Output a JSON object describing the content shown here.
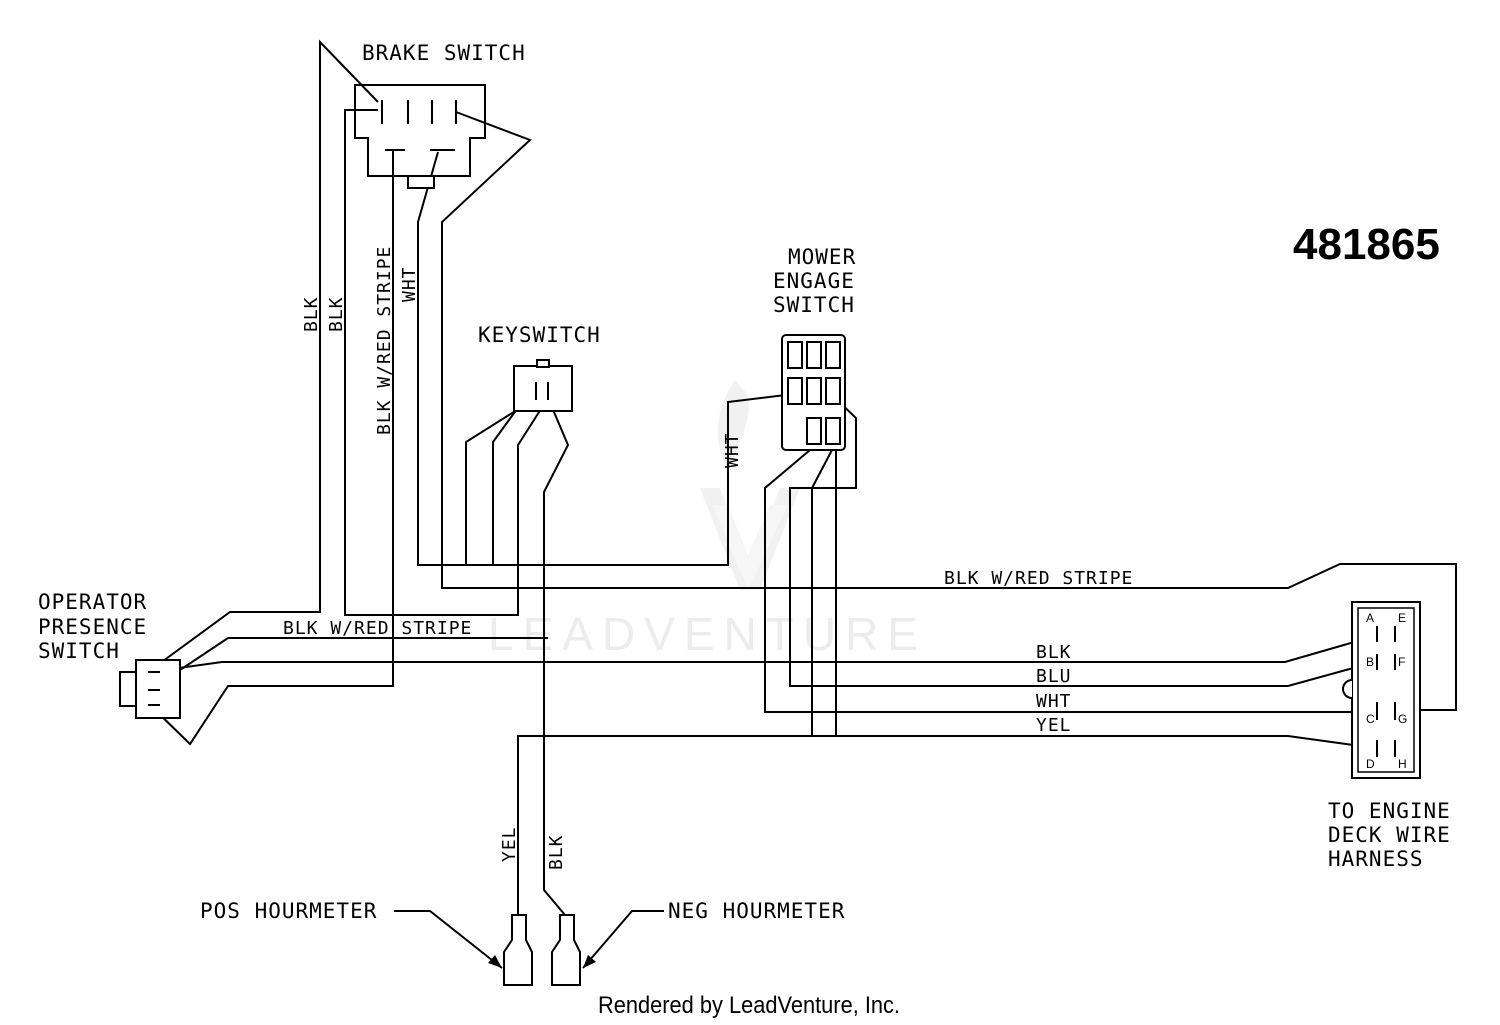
{
  "part_number": "481865",
  "components": {
    "brake_switch": "BRAKE SWITCH",
    "keyswitch": "KEYSWITCH",
    "mower_engage_switch": [
      "MOWER",
      "ENGAGE",
      "SWITCH"
    ],
    "operator_presence_switch": [
      "OPERATOR",
      "PRESENCE",
      "SWITCH"
    ],
    "engine_deck_harness": [
      "TO ENGINE",
      "DECK WIRE",
      "HARNESS"
    ],
    "pos_hourmeter": "POS HOURMETER",
    "neg_hourmeter": "NEG HOURMETER"
  },
  "wire_labels": {
    "blk_1": "BLK",
    "blk_2": "BLK",
    "blk_w_red_vertical": "BLK W/RED STRIPE",
    "wht_vertical": "WHT",
    "wht_mower": "WHT",
    "blk_w_red_top": "BLK W/RED STRIPE",
    "blk_w_red_left": "BLK W/RED STRIPE",
    "blk": "BLK",
    "blu": "BLU",
    "wht": "WHT",
    "yel": "YEL",
    "yel_hour": "YEL",
    "blk_hour": "BLK"
  },
  "connector_pins": [
    "A",
    "B",
    "C",
    "D",
    "E",
    "F",
    "G",
    "H"
  ],
  "watermark": "LEADVENTURE",
  "credit": "Rendered by LeadVenture, Inc."
}
